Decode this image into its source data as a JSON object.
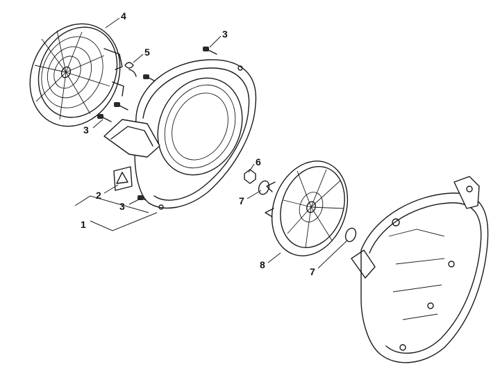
{
  "callouts": {
    "c1": "1",
    "c2": "2",
    "c3a": "3",
    "c3b": "3",
    "c3c": "3",
    "c4": "4",
    "c5": "5",
    "c6": "6",
    "c7a": "7",
    "c7b": "7",
    "c8": "8"
  },
  "colors": {
    "ink": "#1a1a1a",
    "background": "#ffffff"
  }
}
